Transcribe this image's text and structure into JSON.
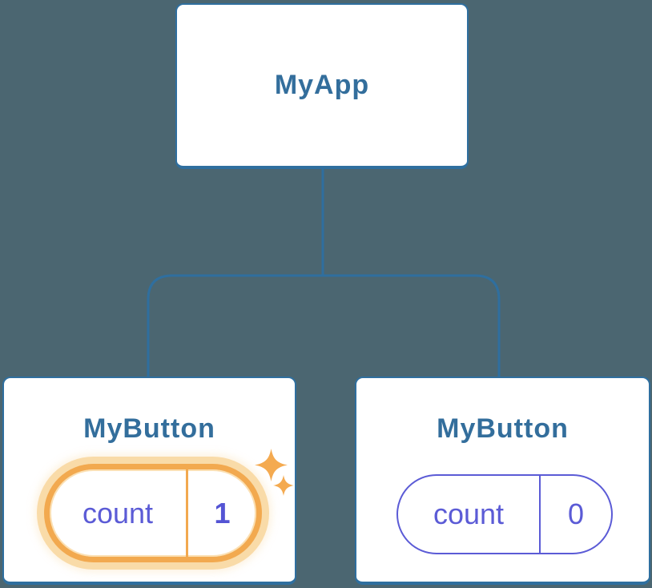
{
  "tree": {
    "root": {
      "label": "MyApp"
    },
    "children": [
      {
        "label": "MyButton",
        "state": {
          "key": "count",
          "value": "1"
        },
        "highlighted": true
      },
      {
        "label": "MyButton",
        "state": {
          "key": "count",
          "value": "0"
        },
        "highlighted": false
      }
    ]
  },
  "icons": {
    "sparkle_large": "sparkle-icon",
    "sparkle_small": "sparkle-icon"
  },
  "colors": {
    "background": "#4b6671",
    "node_fill": "#ffffff",
    "node_border": "#2f6f9f",
    "node_title_text": "#336e9c",
    "state_indigo": "#5b5bd6",
    "highlight_orange": "#f2a94f",
    "highlight_glow": "#f9d9a4",
    "sparkle": "#f4aa50"
  }
}
